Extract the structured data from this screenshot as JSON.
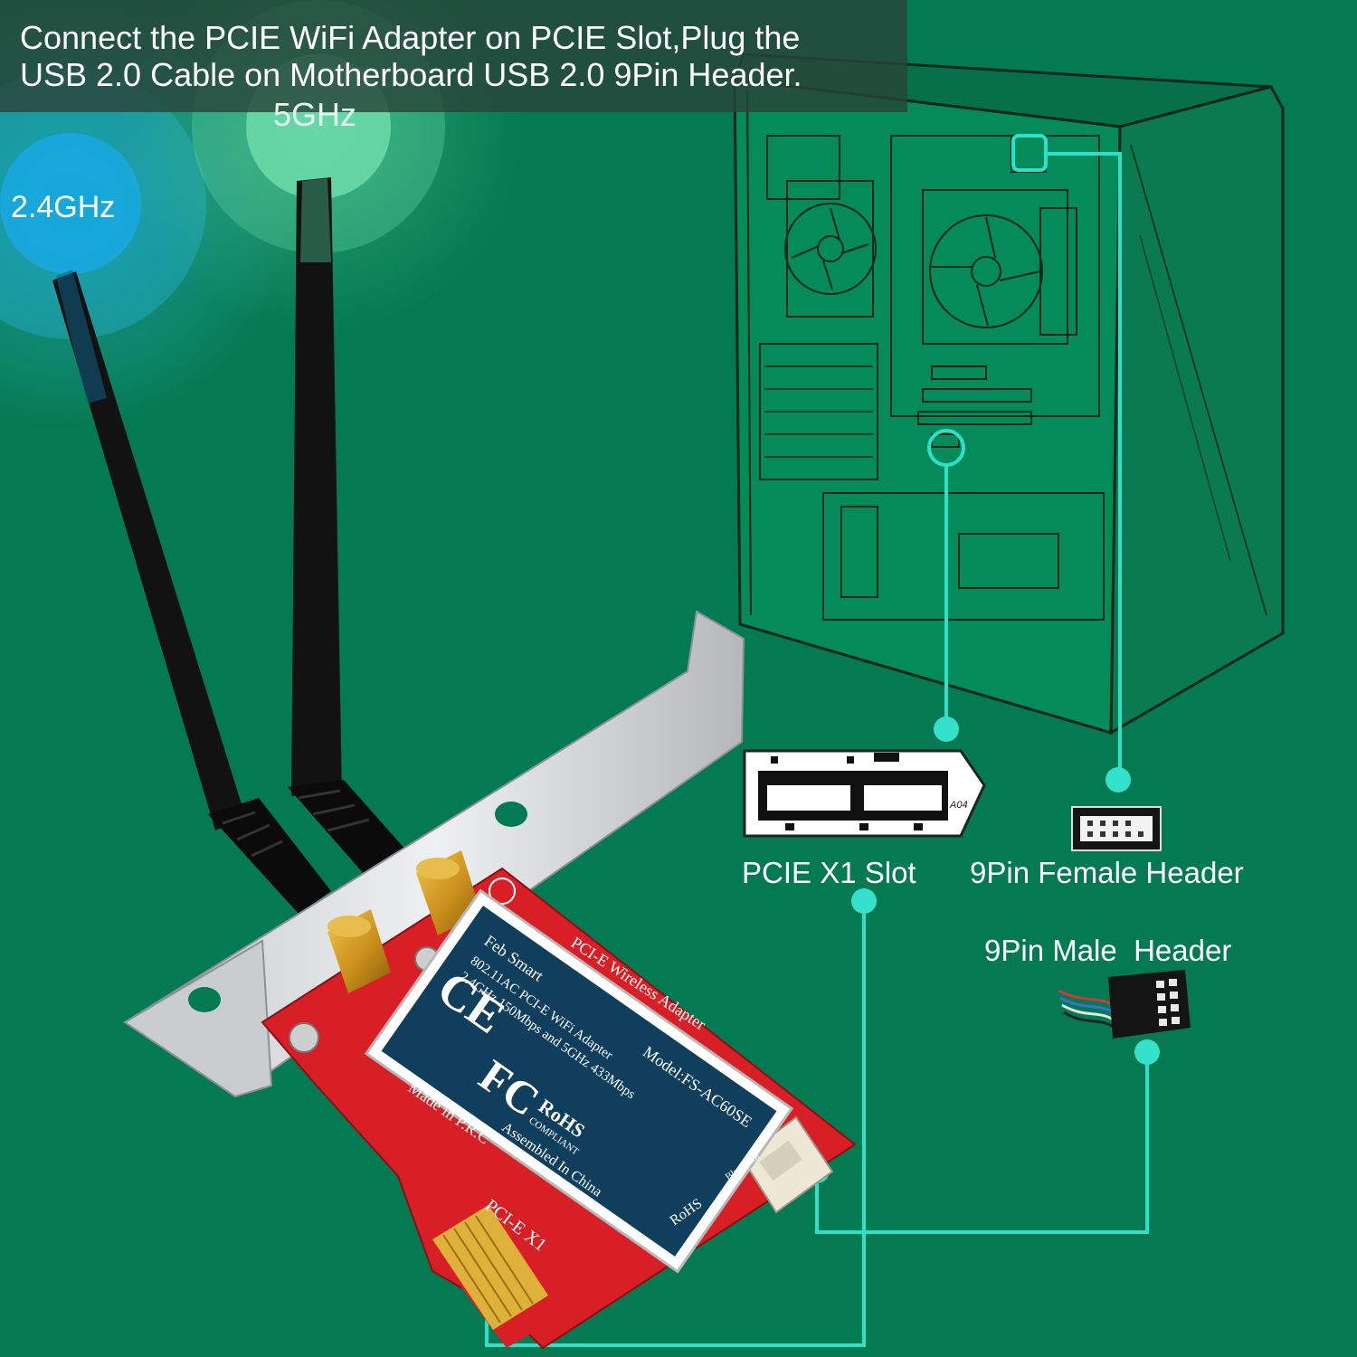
{
  "banner": {
    "line1": "Connect the PCIE WiFi Adapter on PCIE Slot,Plug the",
    "line2": "USB 2.0 Cable on Motherboard USB 2.0 9Pin Header."
  },
  "bands": {
    "band_24": "2.4GHz",
    "band_5": "5GHz"
  },
  "callouts": {
    "pcie_slot": "PCIE X1 Slot",
    "female_header": "9Pin Female Header",
    "male_header": "9Pin Male  Header"
  },
  "adapter_label": {
    "brand": "Feb Smart",
    "model": "Model:FS-AC60SE",
    "spec1": "802.11AC PCI-E WiFi Adapter",
    "spec2": "2.4GHz 150Mbps and 5GHz 433Mbps",
    "rohs": "RoHS",
    "rohs_sub": "COMPLIANT",
    "assembled": "Assembled In China",
    "ce": "CE",
    "fc": "FC"
  },
  "board_print": {
    "made_in": "Made in P.R.C",
    "pcie_x1": "PCI-E X1",
    "wireless": "PCI-E Wireless Adapter",
    "bluetooth": "Bluetooth",
    "rohs": "RoHS",
    "slot_code": "A04"
  },
  "colors": {
    "background": "#047a52",
    "callout_line": "#2ee0c8",
    "board_red": "#d81f26",
    "label_navy": "#0f3f5c"
  }
}
